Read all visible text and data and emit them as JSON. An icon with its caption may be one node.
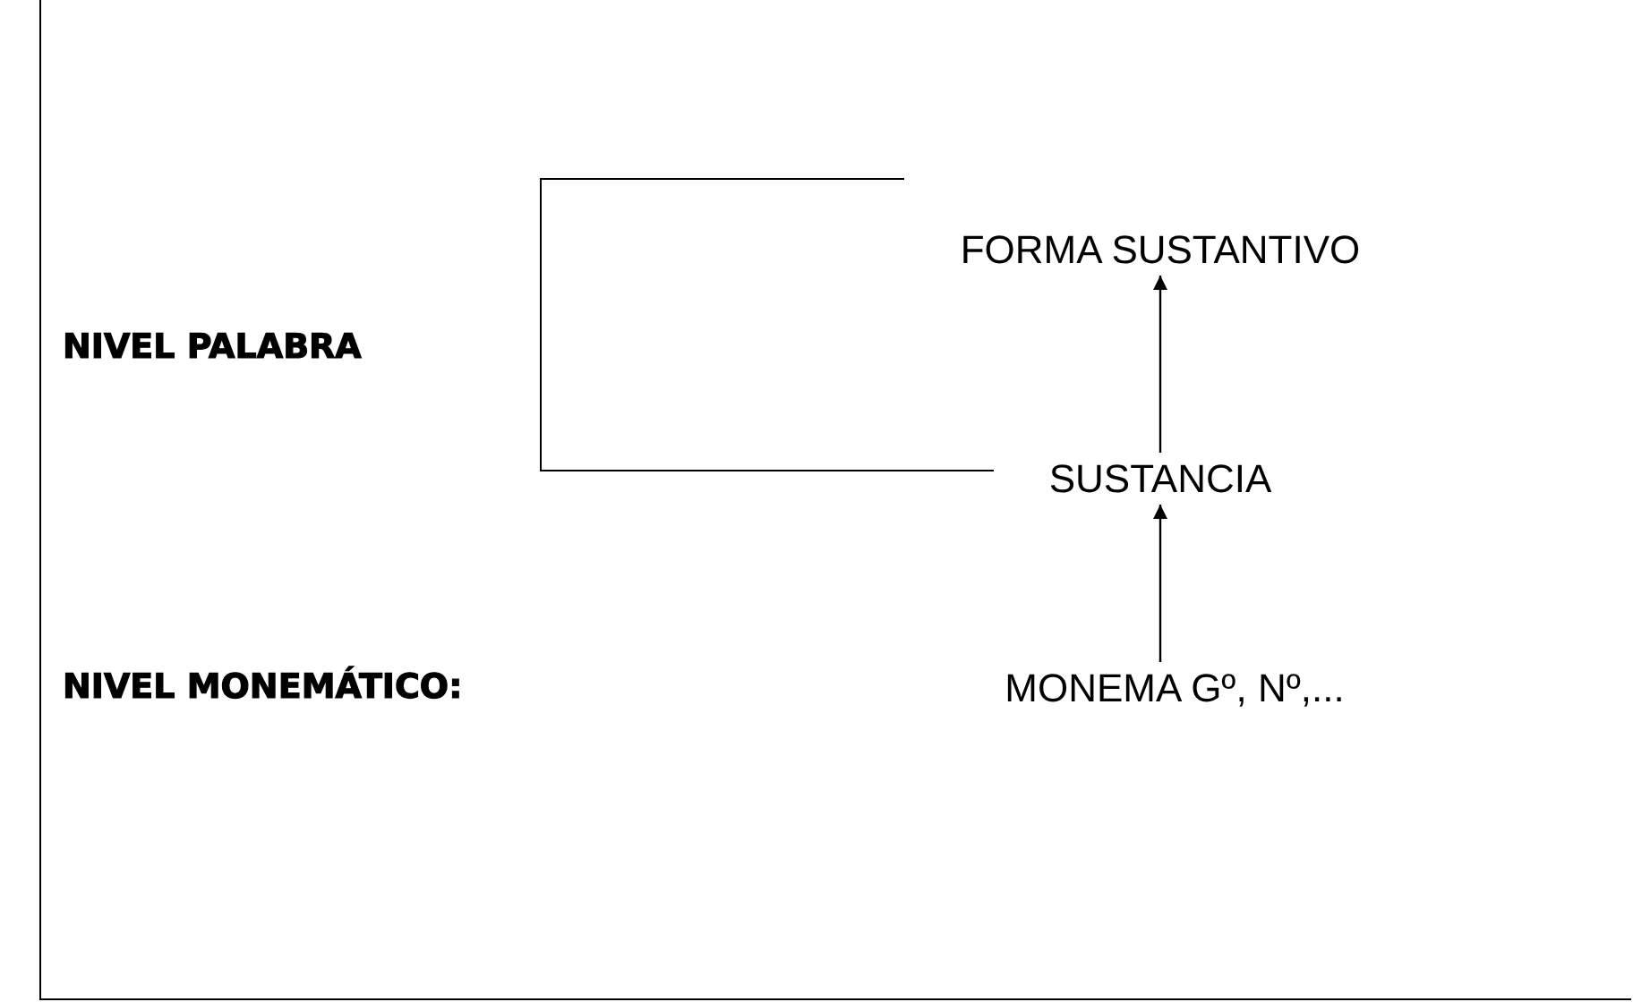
{
  "diagram": {
    "nodes": [
      {
        "text": [
          "FORMA SUSTANTIVO"
        ]
      },
      {
        "text": [
          "SUSTANCIA"
        ]
      },
      {
        "text": [
          "MONEMA Gº, Nº,..."
        ]
      }
    ],
    "edges": [
      {
        "from": 2,
        "to": 1,
        "arrow": "to"
      },
      {
        "from": 1,
        "to": 0,
        "arrow": "to"
      }
    ],
    "labels": [
      "NIVEL PALABRA",
      "NIVEL MONEMÁTICO:"
    ]
  }
}
